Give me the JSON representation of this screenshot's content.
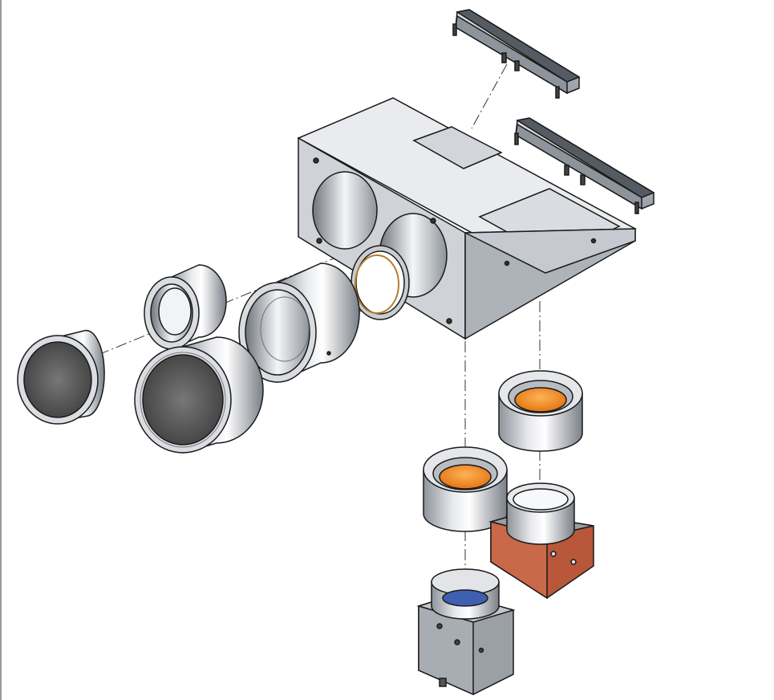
{
  "figure": {
    "kind": "exploded-assembly-view",
    "background": "#ffffff",
    "colors": {
      "metal_light": "#e3e5e8",
      "metal_mid": "#b9bec4",
      "metal_dark": "#6d737b",
      "outline": "#1a1a1a",
      "lens_orange": "#f08a1e",
      "lens_blue": "#3f5fb0",
      "bracket_copper": "#b9573a",
      "glass_dark": "#555555",
      "centerline": "#333333"
    },
    "parts": [
      {
        "id": "housing-block",
        "icon": "dual-bore-housing"
      },
      {
        "id": "top-rail-clamp-upper",
        "icon": "rail-clamp"
      },
      {
        "id": "top-rail-clamp-lower",
        "icon": "rail-clamp"
      },
      {
        "id": "front-cap-small",
        "icon": "lens-cap"
      },
      {
        "id": "front-ring-small",
        "icon": "retaining-ring"
      },
      {
        "id": "front-cap-large",
        "icon": "lens-cap"
      },
      {
        "id": "lens-barrel-large",
        "icon": "lens-barrel"
      },
      {
        "id": "lens-o-ring",
        "icon": "o-ring"
      },
      {
        "id": "lens-mount-orange-upper",
        "icon": "lens-mount"
      },
      {
        "id": "lens-mount-orange-lower",
        "icon": "lens-mount"
      },
      {
        "id": "camera-bracket-copper",
        "icon": "camera-bracket"
      },
      {
        "id": "camera-body",
        "icon": "camera-body"
      }
    ]
  }
}
